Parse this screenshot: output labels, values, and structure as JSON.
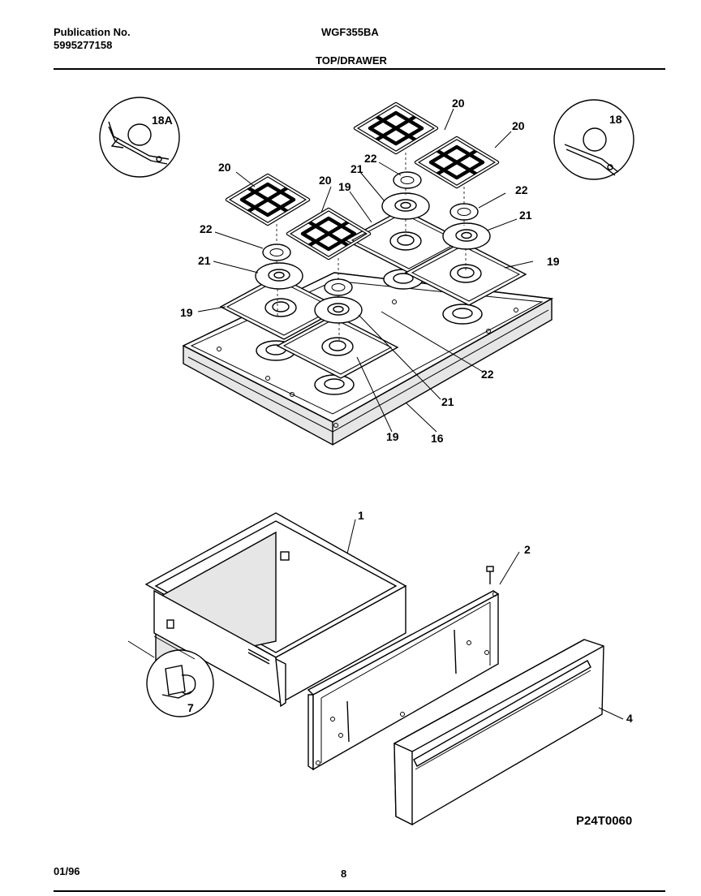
{
  "header": {
    "publication_label": "Publication No.",
    "publication_number": "5995277158",
    "model": "WGF355BA",
    "section_title": "TOP/DRAWER"
  },
  "footer": {
    "date": "01/96",
    "page_number": "8",
    "reference_code": "P24T0060"
  },
  "callouts": {
    "p18a": "18A",
    "p18": "18",
    "p16": "16",
    "p19": "19",
    "p20": "20",
    "p21": "21",
    "p22": "22",
    "p1": "1",
    "p2": "2",
    "p4": "4",
    "p7": "7"
  }
}
